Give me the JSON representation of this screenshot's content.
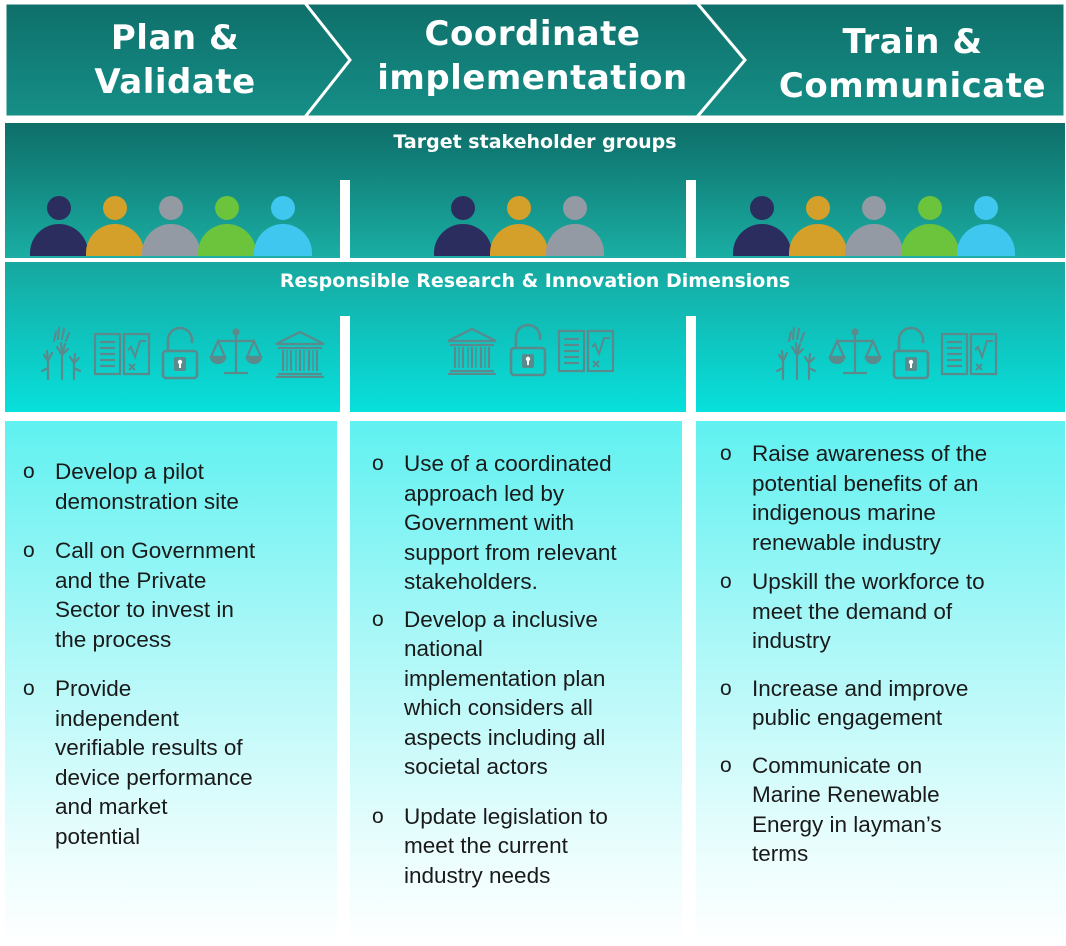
{
  "phases": [
    {
      "label_line1": "Plan &",
      "label_line2": "Validate"
    },
    {
      "label_line1": "Coordinate",
      "label_line2": "implementation"
    },
    {
      "label_line1": "Train &",
      "label_line2": "Communicate"
    }
  ],
  "stakeholders": {
    "title": "Target stakeholder groups",
    "colors": {
      "navy": "#2a2d5e",
      "gold": "#d4a02a",
      "gray": "#939aa3",
      "green": "#6cc33c",
      "cyan": "#3fc7f0"
    },
    "columns": [
      {
        "people": [
          "navy",
          "gold",
          "gray",
          "green",
          "cyan"
        ]
      },
      {
        "people": [
          "navy",
          "gold",
          "gray"
        ]
      },
      {
        "people": [
          "navy",
          "gold",
          "gray",
          "green",
          "cyan"
        ]
      }
    ]
  },
  "rri": {
    "title": "Responsible Research & Innovation Dimensions",
    "columns": [
      {
        "icons": [
          "public-engagement-icon",
          "science-education-icon",
          "open-access-icon",
          "ethics-icon",
          "governance-icon"
        ]
      },
      {
        "icons": [
          "governance-icon",
          "open-access-icon",
          "science-education-icon"
        ]
      },
      {
        "icons": [
          "public-engagement-icon",
          "ethics-icon",
          "open-access-icon",
          "science-education-icon"
        ]
      }
    ]
  },
  "actions": {
    "bullet": "o",
    "columns": [
      {
        "items": [
          [
            "Develop  a pilot",
            "demonstration site"
          ],
          [
            "Call on Government",
            "and the Private",
            "Sector to invest in",
            "the process"
          ],
          [
            "Provide",
            "independent",
            "verifiable results of",
            "device performance",
            "and market",
            "potential"
          ]
        ]
      },
      {
        "items": [
          [
            "Use of a coordinated",
            "approach led by",
            "Government with",
            "support from relevant",
            "stakeholders."
          ],
          [
            "Develop a inclusive",
            "national",
            "implementation plan",
            "which considers all",
            "aspects including all",
            "societal actors"
          ],
          [
            "Update legislation to",
            "meet the current",
            "industry needs"
          ]
        ]
      },
      {
        "items": [
          [
            "Raise awareness of the",
            "potential benefits of an",
            "indigenous marine",
            "renewable industry"
          ],
          [
            "Upskill the workforce to",
            "meet the demand of",
            "industry"
          ],
          [
            "Increase and improve",
            "public engagement"
          ],
          [
            "Communicate on",
            "Marine Renewable",
            "Energy  in layman’s",
            "terms"
          ]
        ]
      }
    ]
  }
}
